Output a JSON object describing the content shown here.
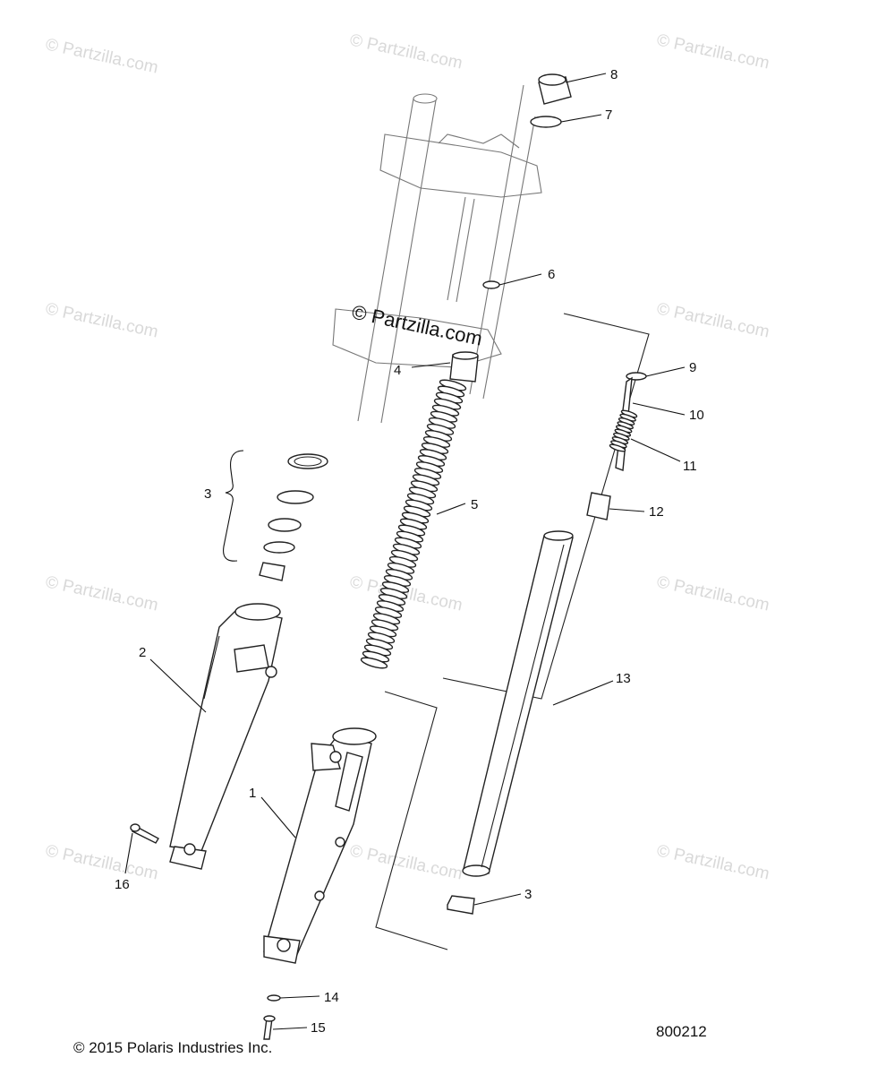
{
  "watermark": "© Partzilla.com",
  "center_watermark": "© Partzilla.com",
  "copyright": "© 2015 Polaris Industries Inc.",
  "diagram_id": "800212",
  "callouts": {
    "c1": "1",
    "c2": "2",
    "c3a": "3",
    "c3b": "3",
    "c4": "4",
    "c5": "5",
    "c6": "6",
    "c7": "7",
    "c8": "8",
    "c9": "9",
    "c10": "10",
    "c11": "11",
    "c12": "12",
    "c13": "13",
    "c14": "14",
    "c15": "15",
    "c16": "16"
  }
}
